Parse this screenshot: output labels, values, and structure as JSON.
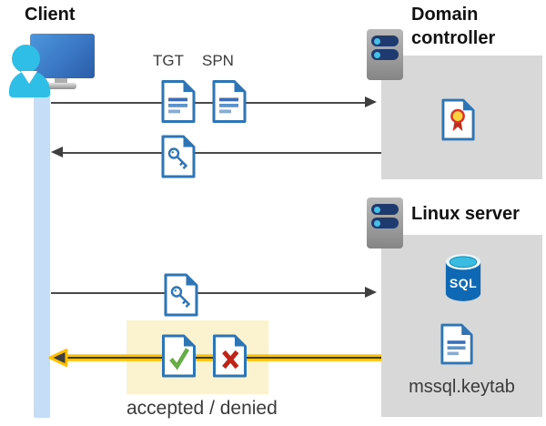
{
  "client": {
    "label": "Client"
  },
  "domain_controller": {
    "title": "Domain controller"
  },
  "linux_server": {
    "title": "Linux server",
    "sql_label": "SQL",
    "keytab_label": "mssql.keytab"
  },
  "messages": {
    "tgt": "TGT",
    "spn": "SPN",
    "result": "accepted / denied"
  },
  "colors": {
    "doc_blue": "#2E75B6",
    "timeline_blue": "#C5DDF6",
    "panel_gray": "#D8D8D8",
    "highlight_bg": "#FBF3CF",
    "highlight_yellow": "#FFC000",
    "arrow_dark": "#4A4A4A",
    "accept_green": "#66AC47",
    "deny_red": "#BE2418",
    "person_cyan": "#2FBEE5",
    "monitor_blue": "#3A77C4",
    "sql_blue": "#0E68B3",
    "sql_top_cyan": "#3ABCE2",
    "cert_yellow": "#FFD33E",
    "cert_red": "#D7342A"
  }
}
